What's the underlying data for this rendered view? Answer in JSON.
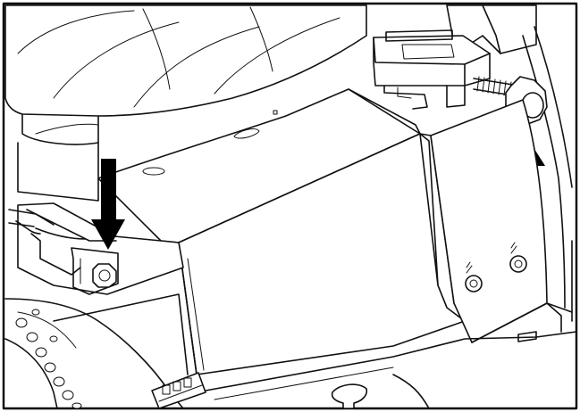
{
  "figure": {
    "background": "#ffffff",
    "line_color": "#111111",
    "arrow_color": "#000000",
    "arrows": [
      {
        "name": "down-arrow",
        "direction": "down",
        "points_to": "left-seat-latch-knob"
      },
      {
        "name": "up-arrow",
        "direction": "up",
        "points_to": "right-seat-adjust-knob"
      }
    ],
    "labeled_parts": [
      "seat",
      "seat-pan-cover",
      "left-seat-latch",
      "right-seat-adjust-knob",
      "seat-support-panel",
      "decal",
      "bolts"
    ]
  }
}
